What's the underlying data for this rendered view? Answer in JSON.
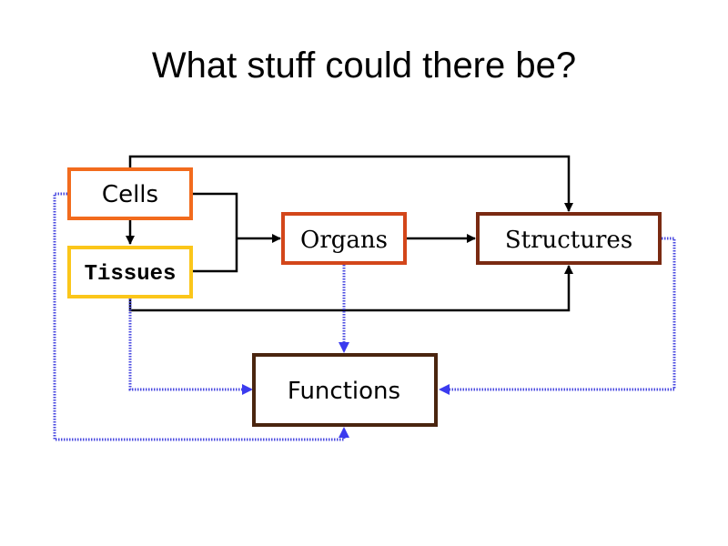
{
  "title": "What stuff could there be?",
  "colors": {
    "cells_border": "#f26b1d",
    "tissues_border": "#fbc61a",
    "organs_border": "#d3461a",
    "structures_border": "#7a2a12",
    "functions_border": "#4a250f",
    "solid_arrow": "#000000",
    "dotted_arrow": "#4040e0"
  },
  "nodes": {
    "cells": "Cells",
    "tissues": "Tissues",
    "organs": "Organs",
    "structures": "Structures",
    "functions": "Functions"
  },
  "edges": [
    {
      "from": "Cells",
      "to": "Tissues",
      "style": "solid"
    },
    {
      "from": "Cells",
      "to": "Organs",
      "style": "solid"
    },
    {
      "from": "Tissues",
      "to": "Organs",
      "style": "solid"
    },
    {
      "from": "Organs",
      "to": "Structures",
      "style": "solid"
    },
    {
      "from": "Cells",
      "to": "Structures",
      "style": "solid"
    },
    {
      "from": "Tissues",
      "to": "Structures",
      "style": "solid"
    },
    {
      "from": "Organs",
      "to": "Functions",
      "style": "dotted"
    },
    {
      "from": "Tissues",
      "to": "Functions",
      "style": "dotted"
    },
    {
      "from": "Structures",
      "to": "Functions",
      "style": "dotted"
    },
    {
      "from": "Cells",
      "to": "Functions",
      "style": "dotted"
    }
  ]
}
